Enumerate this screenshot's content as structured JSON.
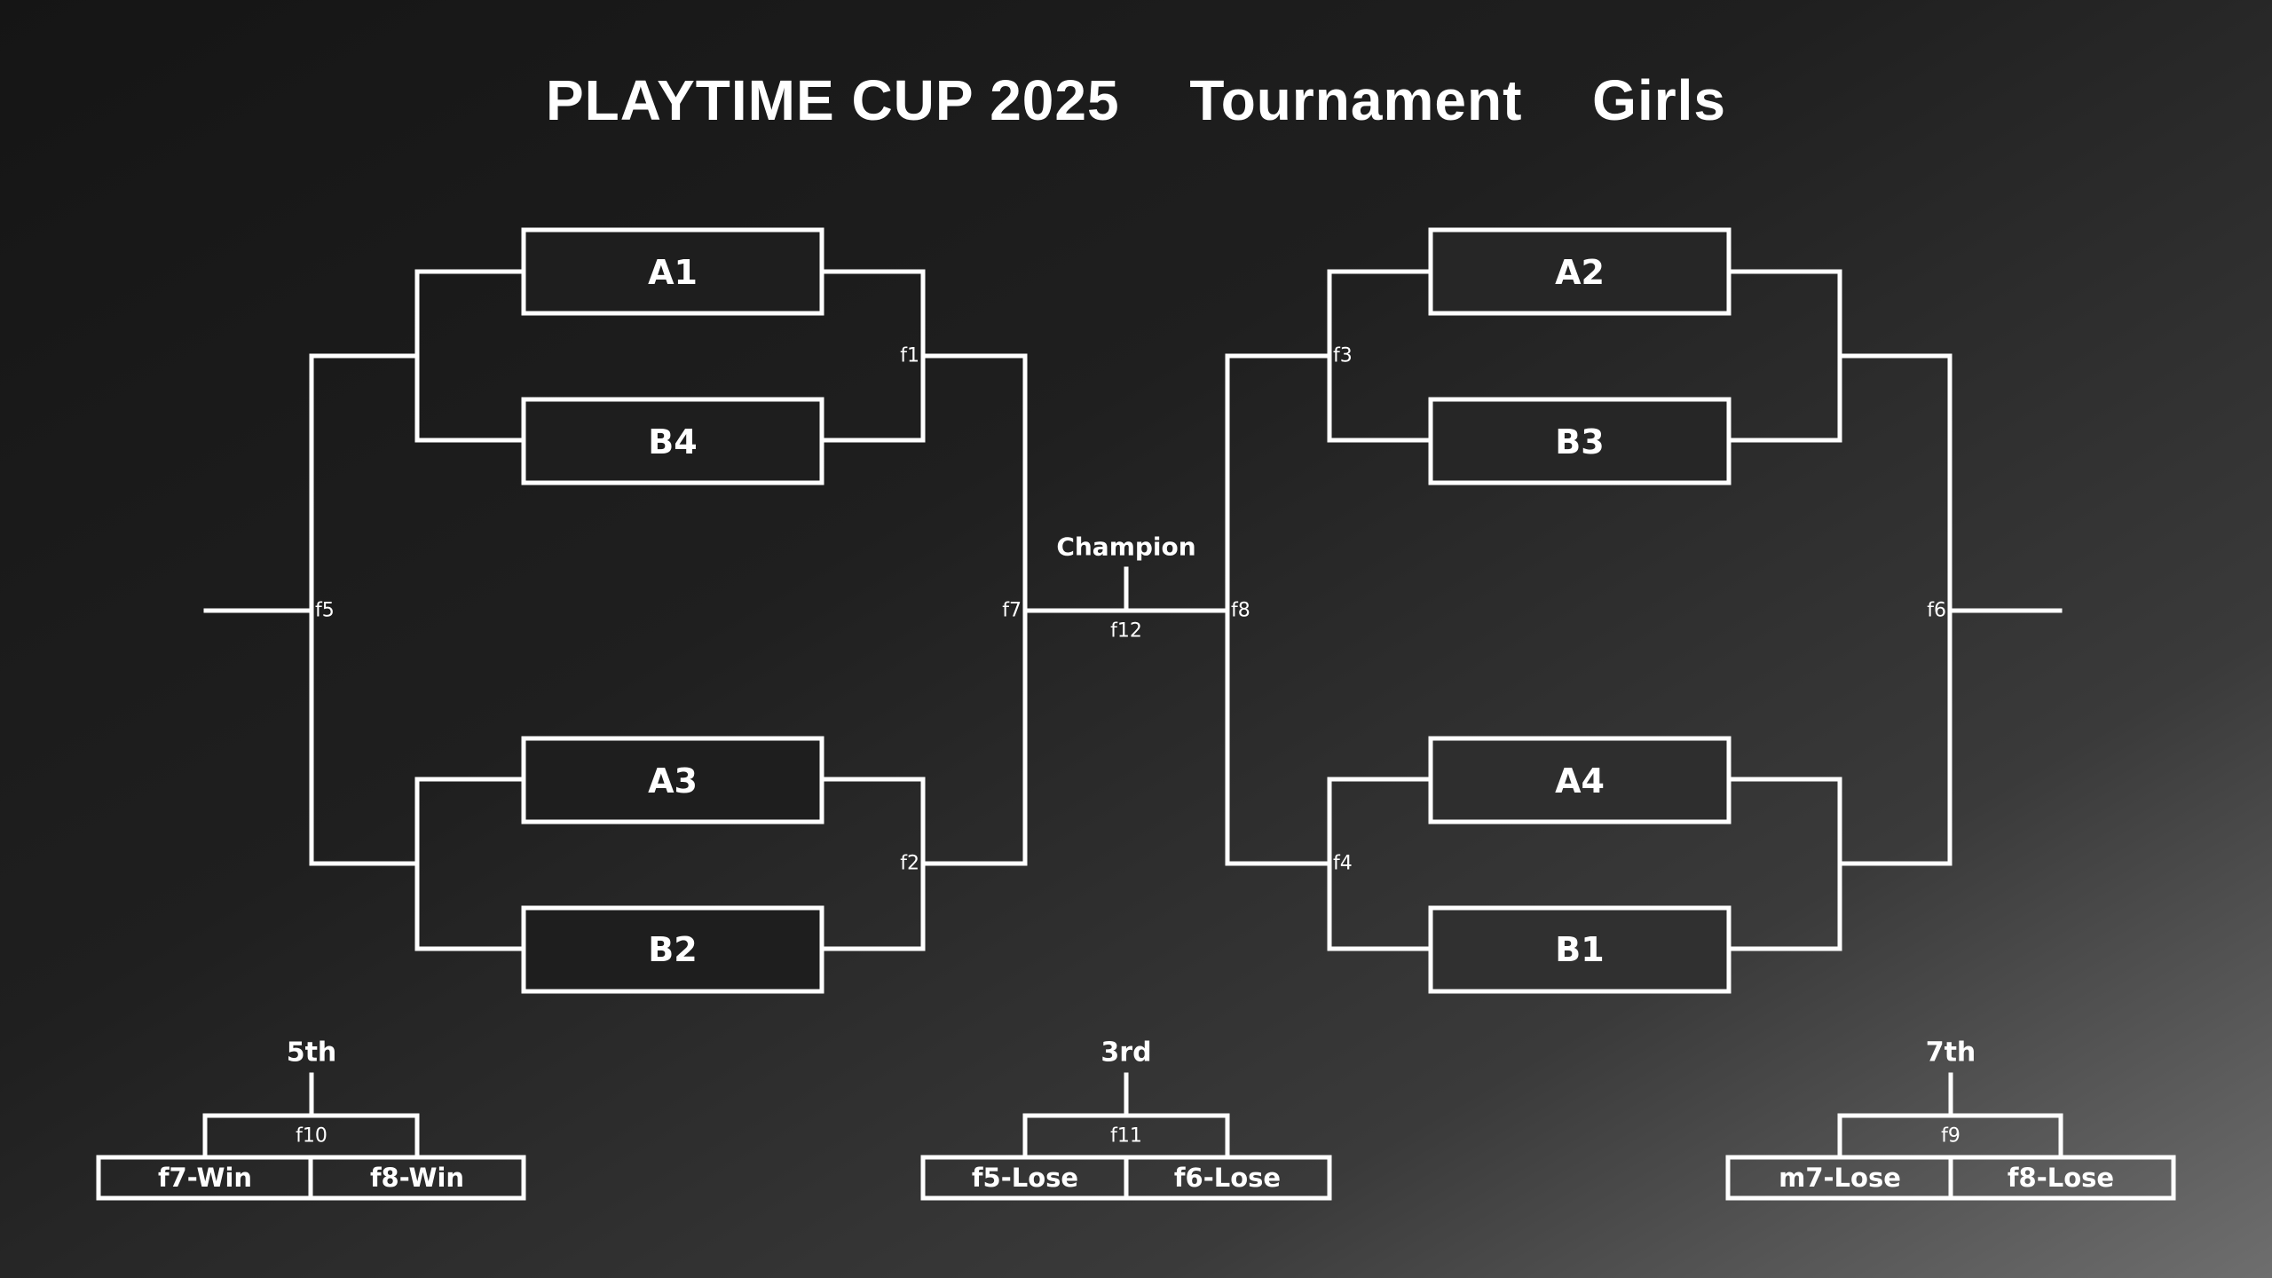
{
  "title": {
    "event": "PLAYTIME CUP 2025",
    "type": "Tournament",
    "division": "Girls"
  },
  "seeds": {
    "left": [
      "A1",
      "B4",
      "A3",
      "B2"
    ],
    "right": [
      "A2",
      "B3",
      "A4",
      "B1"
    ]
  },
  "matches": {
    "f1": "f1",
    "f2": "f2",
    "f3": "f3",
    "f4": "f4",
    "f5": "f5",
    "f6": "f6",
    "f7": "f7",
    "f8": "f8",
    "f9": "f9",
    "f10": "f10",
    "f11": "f11",
    "f12": "f12"
  },
  "champion_label": "Champion",
  "placement": {
    "fifth": {
      "label": "5th",
      "match": "f10",
      "slots": [
        "f7-Win",
        "f8-Win"
      ]
    },
    "third": {
      "label": "3rd",
      "match": "f11",
      "slots": [
        "f5-Lose",
        "f6-Lose"
      ]
    },
    "seventh": {
      "label": "7th",
      "match": "f9",
      "slots": [
        "m7-Lose",
        "f8-Lose"
      ]
    }
  },
  "colors": {
    "line": "#ffffff",
    "background_dark": "#151515",
    "background_light": "#6e6e6e"
  }
}
